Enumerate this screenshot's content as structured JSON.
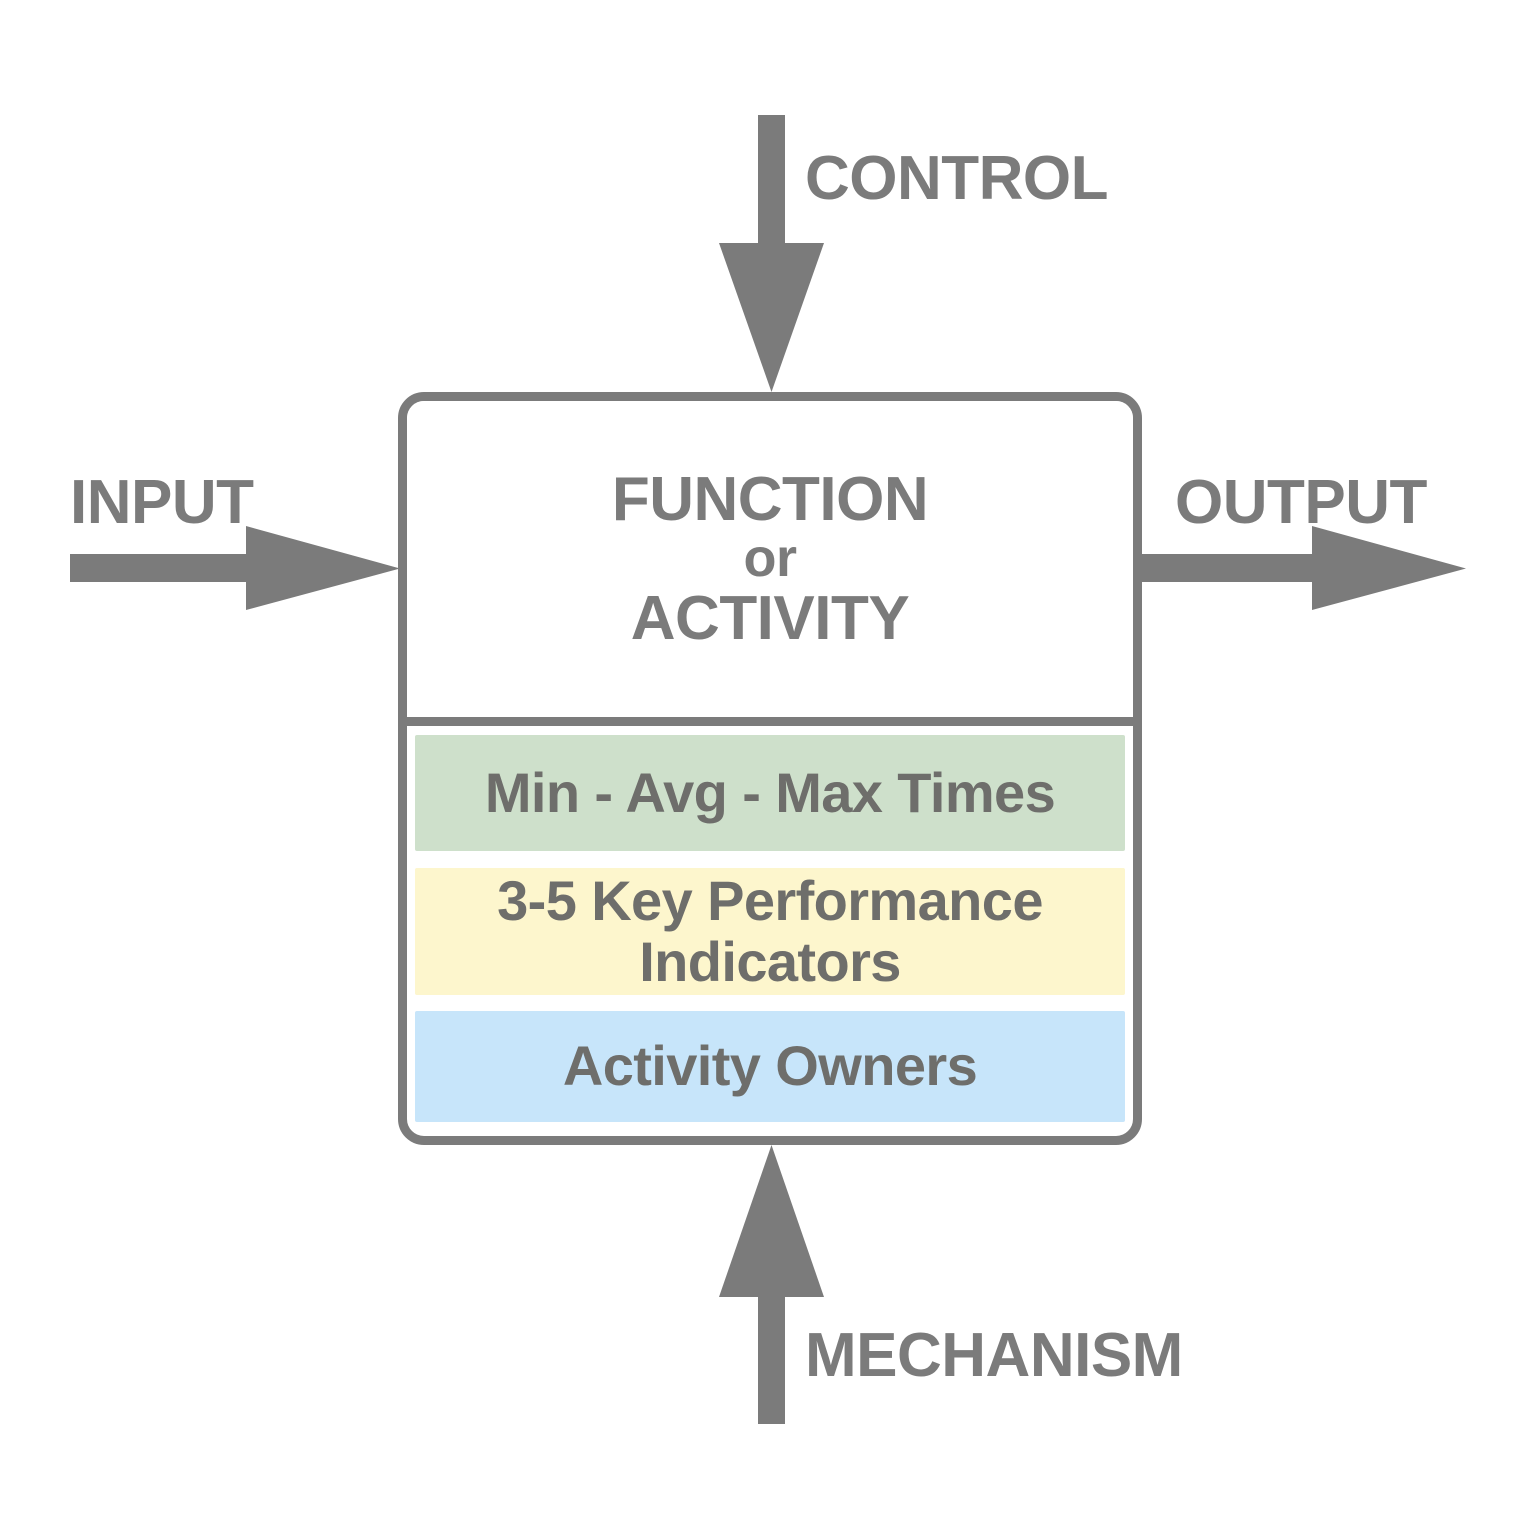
{
  "diagram": {
    "type": "IDEF0 function box",
    "colors": {
      "stroke": "#7b7b7b",
      "text": "#7b7b7b",
      "band_text": "#6e6e6b",
      "band_times_fill": "#cee0cb",
      "band_kpi_fill": "#fdf6cd",
      "band_owners_fill": "#c7e5fa",
      "background": "#ffffff"
    }
  },
  "box": {
    "title_line1": "FUNCTION",
    "title_line2": "or",
    "title_line3": "ACTIVITY",
    "bands": [
      {
        "id": "times",
        "label": "Min - Avg - Max Times",
        "fill": "#cee0cb"
      },
      {
        "id": "kpi",
        "label": "3-5 Key Performance Indicators",
        "fill": "#fdf6cd"
      },
      {
        "id": "owners",
        "label": "Activity Owners",
        "fill": "#c7e5fa"
      }
    ]
  },
  "arrows": {
    "control": {
      "label": "CONTROL",
      "direction": "down",
      "icon": "arrow-down-icon"
    },
    "input": {
      "label": "INPUT",
      "direction": "right",
      "icon": "arrow-right-icon"
    },
    "output": {
      "label": "OUTPUT",
      "direction": "right",
      "icon": "arrow-right-icon"
    },
    "mechanism": {
      "label": "MECHANISM",
      "direction": "up",
      "icon": "arrow-up-icon"
    }
  }
}
